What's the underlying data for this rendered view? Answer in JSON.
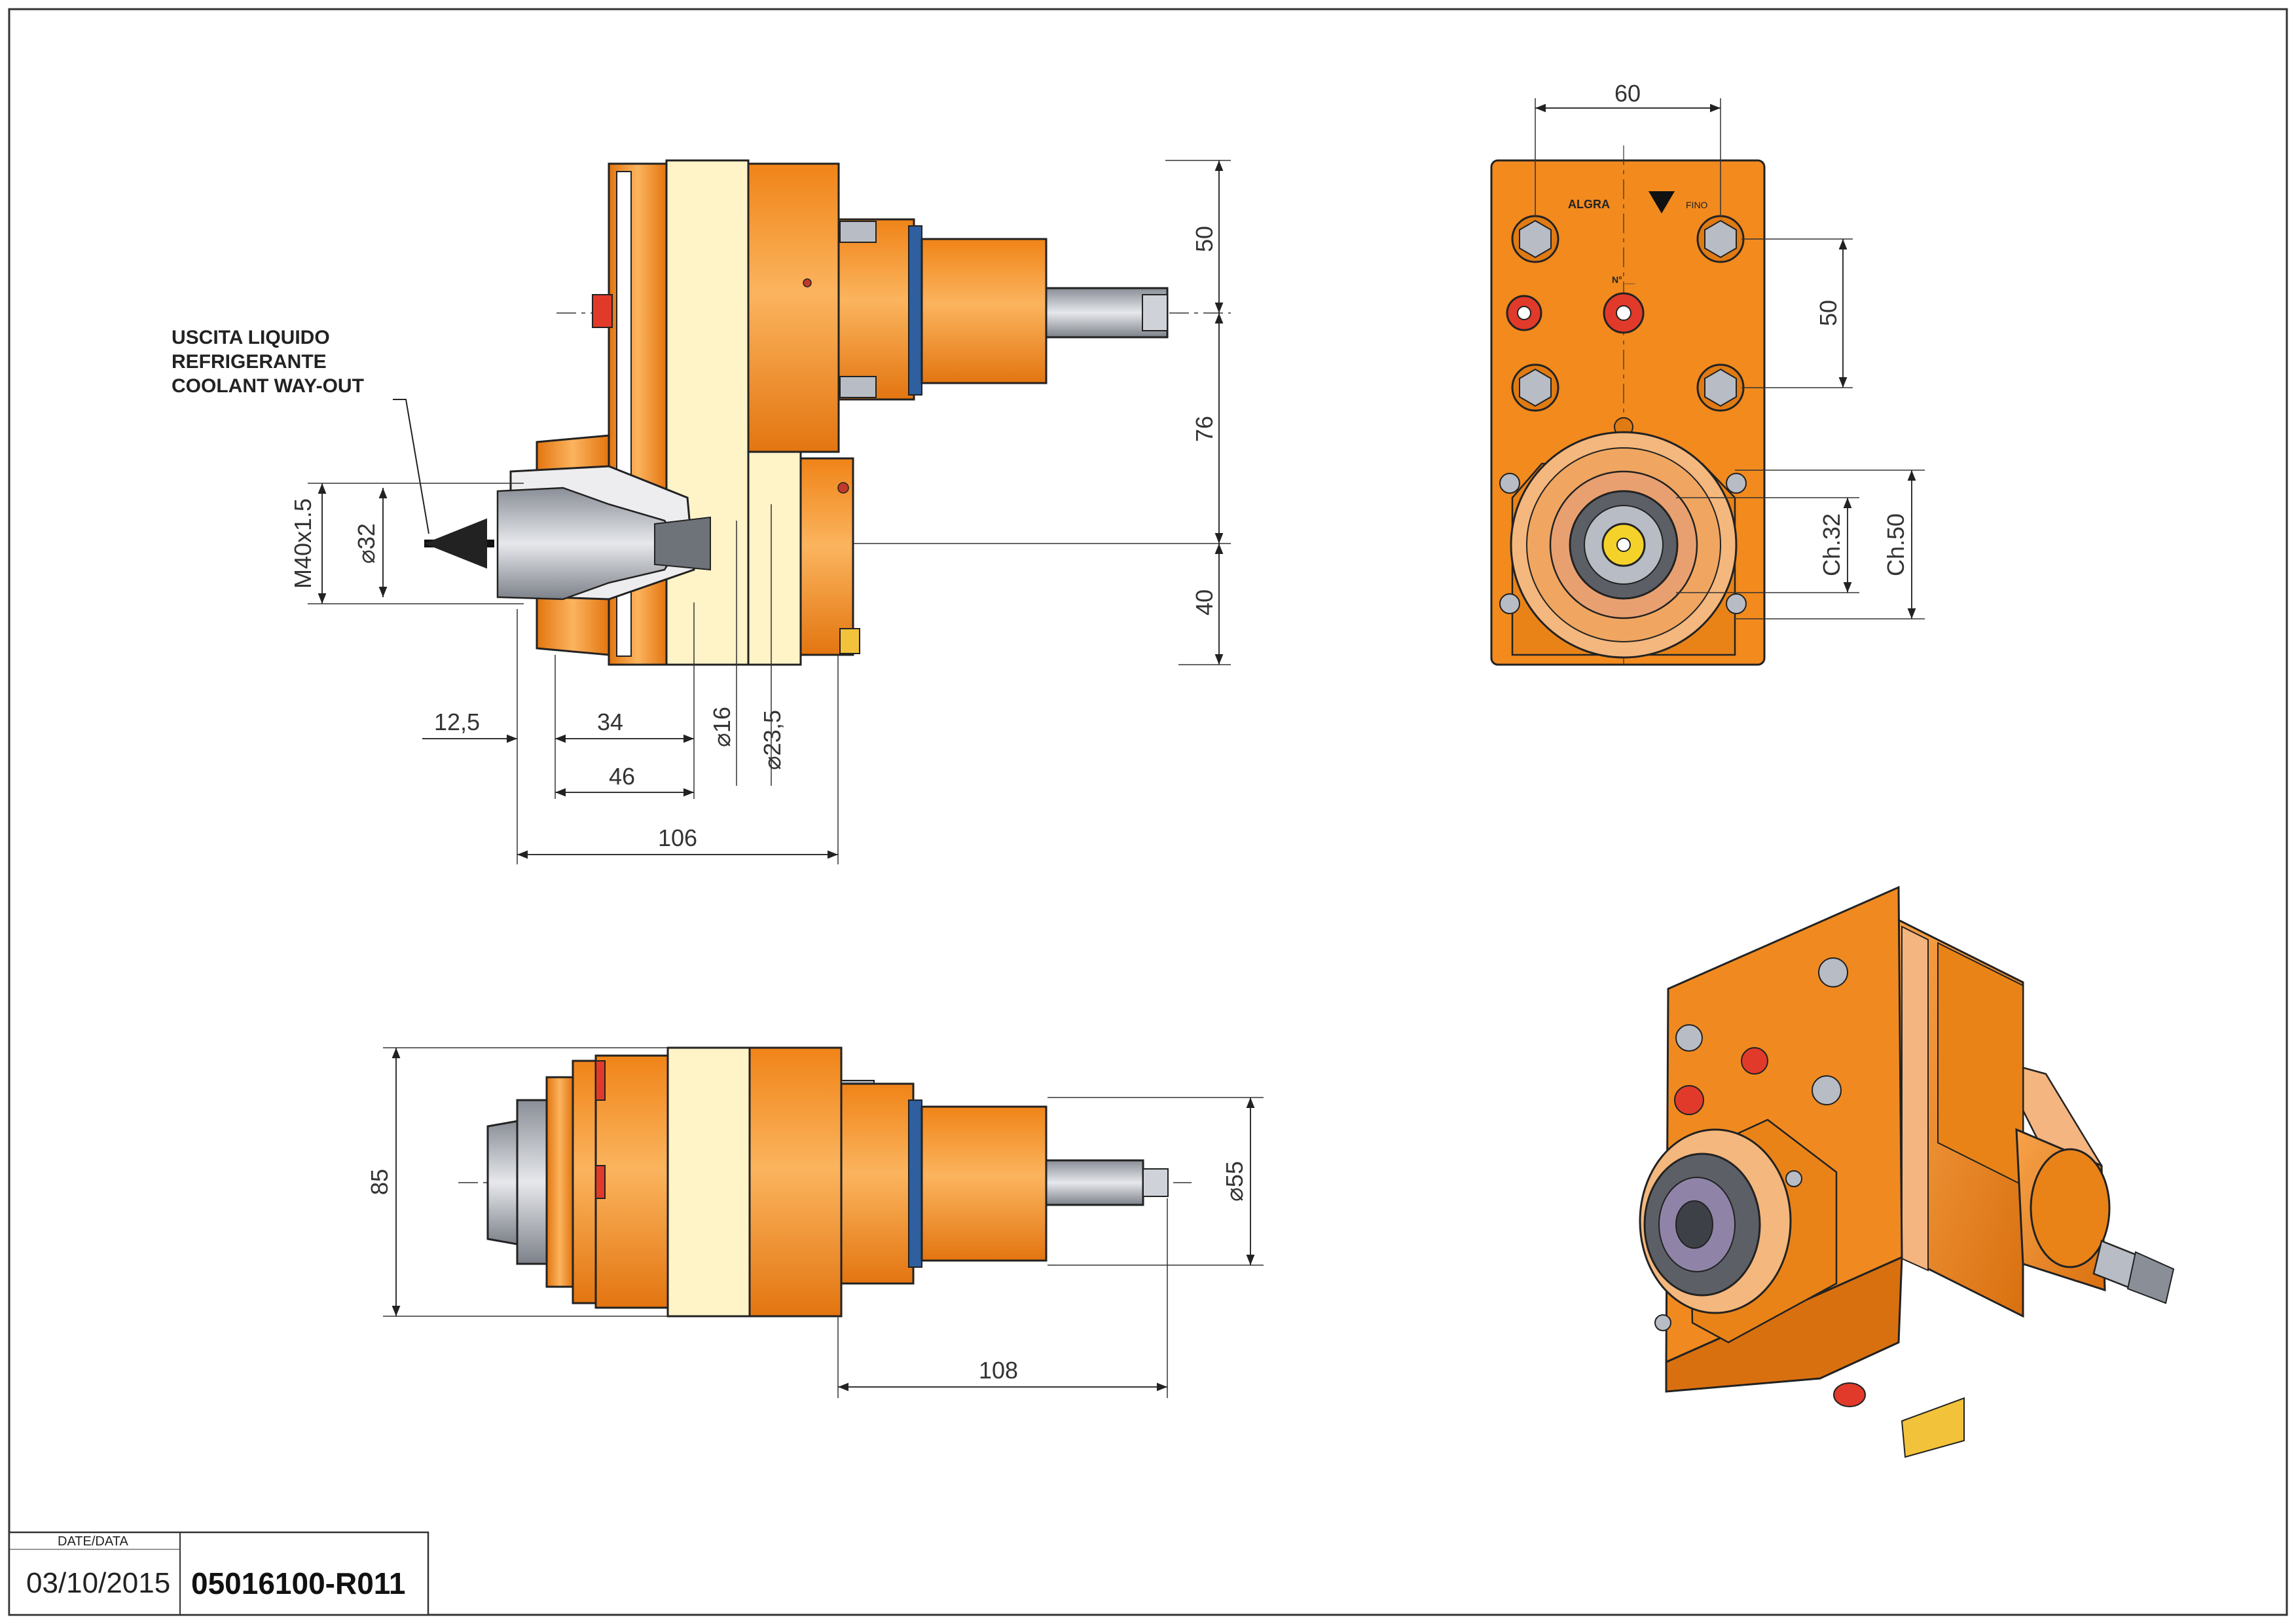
{
  "notes": {
    "coolant_line1": "USCITA LIQUIDO",
    "coolant_line2": "REFRIGERANTE",
    "coolant_line3": "COOLANT WAY-OUT"
  },
  "dimensions": {
    "side_top": "50",
    "side_mid": "76",
    "side_bottom": "40",
    "thread": "M40x1.5",
    "dia_32": "⌀32",
    "d_12_5": "12,5",
    "d_34": "34",
    "d_46": "46",
    "d_106": "106",
    "dia_16": "⌀16",
    "dia_23_5": "⌀23,5",
    "front_width": "60",
    "front_height": "50",
    "ch32": "Ch.32",
    "ch50": "Ch.50",
    "bottom_height": "85",
    "bottom_length": "108",
    "dia_55": "⌀55"
  },
  "title_block": {
    "date_label": "DATE/DATA",
    "date": "03/10/2015",
    "code": "05016100-R011"
  },
  "colors": {
    "orange": "#F28A1E",
    "orange_light": "#F7A24A",
    "cream": "#FFF3C8",
    "red": "#E23A2A",
    "steel": "#B8BCC4",
    "line": "#222222"
  }
}
